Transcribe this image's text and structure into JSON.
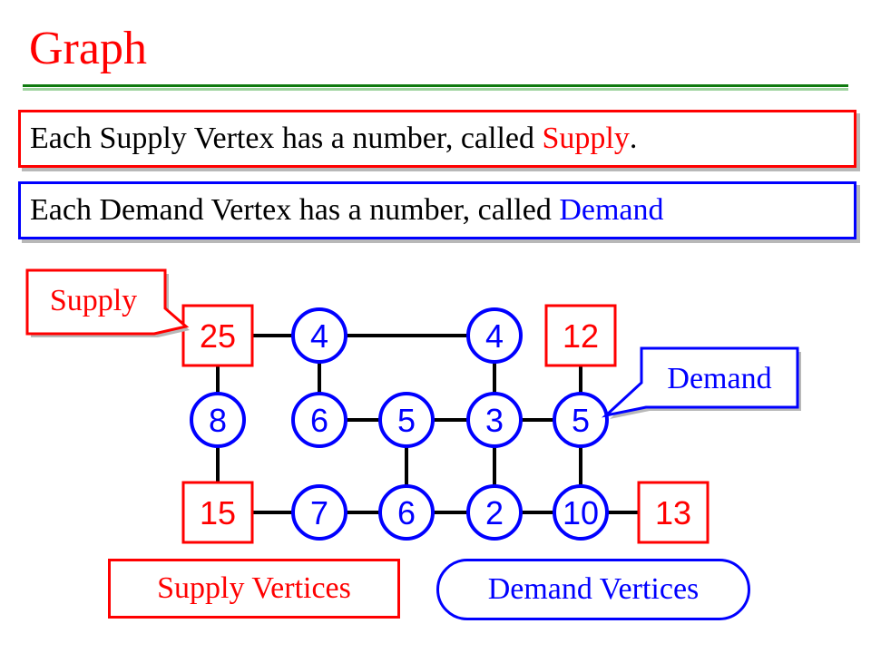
{
  "title": "Graph",
  "supply_sentence": {
    "prefix": "Each Supply Vertex has a number, called ",
    "highlight": "Supply",
    "suffix": "."
  },
  "demand_sentence": {
    "prefix": "Each Demand Vertex has a number, called ",
    "highlight": "Demand"
  },
  "callouts": {
    "supply": "Supply",
    "demand": "Demand"
  },
  "legend": {
    "supply_vertices": "Supply Vertices",
    "demand_vertices": "Demand Vertices"
  },
  "colors": {
    "supply": "#ff0000",
    "demand": "#0000ff",
    "edge": "#000000",
    "rule": "#0f7a0f"
  },
  "graph": {
    "vertices": [
      {
        "id": "s25",
        "kind": "supply",
        "label": "25"
      },
      {
        "id": "d4a",
        "kind": "demand",
        "label": "4"
      },
      {
        "id": "d4b",
        "kind": "demand",
        "label": "4"
      },
      {
        "id": "s12",
        "kind": "supply",
        "label": "12"
      },
      {
        "id": "d8",
        "kind": "demand",
        "label": "8"
      },
      {
        "id": "d6a",
        "kind": "demand",
        "label": "6"
      },
      {
        "id": "d5a",
        "kind": "demand",
        "label": "5"
      },
      {
        "id": "d3",
        "kind": "demand",
        "label": "3"
      },
      {
        "id": "d5b",
        "kind": "demand",
        "label": "5"
      },
      {
        "id": "s15",
        "kind": "supply",
        "label": "15"
      },
      {
        "id": "d7",
        "kind": "demand",
        "label": "7"
      },
      {
        "id": "d6b",
        "kind": "demand",
        "label": "6"
      },
      {
        "id": "d2",
        "kind": "demand",
        "label": "2"
      },
      {
        "id": "d10",
        "kind": "demand",
        "label": "10"
      },
      {
        "id": "s13",
        "kind": "supply",
        "label": "13"
      }
    ],
    "edges": [
      [
        "s25",
        "d4a"
      ],
      [
        "d4a",
        "d4b"
      ],
      [
        "s25",
        "d8"
      ],
      [
        "d4a",
        "d6a"
      ],
      [
        "d4b",
        "d3"
      ],
      [
        "s12",
        "d5b"
      ],
      [
        "d6a",
        "d5a"
      ],
      [
        "d5a",
        "d3"
      ],
      [
        "d3",
        "d5b"
      ],
      [
        "d8",
        "s15"
      ],
      [
        "d5a",
        "d6b"
      ],
      [
        "d3",
        "d2"
      ],
      [
        "d5b",
        "d10"
      ],
      [
        "s15",
        "d7"
      ],
      [
        "d7",
        "d6b"
      ],
      [
        "d6b",
        "d2"
      ],
      [
        "d2",
        "d10"
      ],
      [
        "d10",
        "s13"
      ]
    ]
  }
}
